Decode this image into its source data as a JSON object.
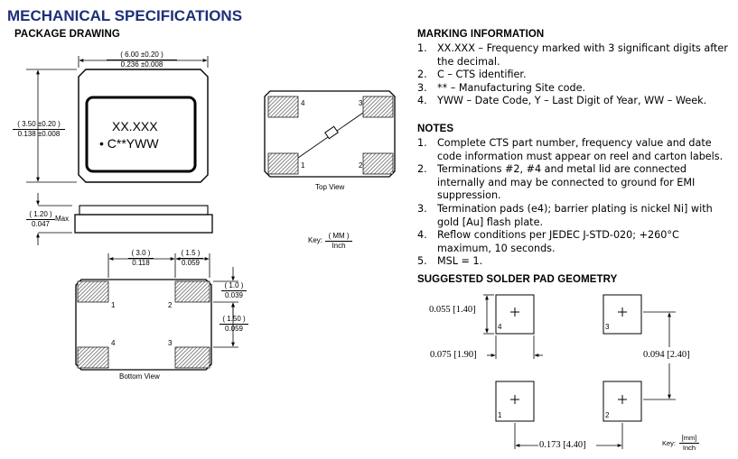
{
  "header": {
    "title": "MECHANICAL SPECIFICATIONS",
    "package_drawing": "PACKAGE DRAWING"
  },
  "drawing": {
    "width_mm": "( 6.00 ±0.20 )",
    "width_in": "0.236 ±0.008",
    "height_mm": "( 3.50 ±0.20 )",
    "height_in": "0.138 ±0.008",
    "thick_mm": "( 1.20 )",
    "thick_in": "0.047",
    "max": "Max",
    "marking_line1": "XX.XXX",
    "marking_line2": "• C**YWW",
    "top_view": "Top View",
    "bottom_view": "Bottom View",
    "top_pins": [
      "4",
      "3",
      "1",
      "2"
    ],
    "bottom_pins": [
      "1",
      "2",
      "4",
      "3"
    ],
    "dim_a_mm": "( 3.0 )",
    "dim_a_in": "0.118",
    "dim_b_mm": "( 1.5 )",
    "dim_b_in": "0.059",
    "dim_c_mm": "( 1.0 )",
    "dim_c_in": "0.039",
    "dim_d_mm": "( 1.50 )",
    "dim_d_in": "0.059",
    "key_label": "Key:",
    "key_mm": "( MM )",
    "key_in": "Inch"
  },
  "marking": {
    "heading": "MARKING INFORMATION",
    "items": [
      {
        "num": "1.",
        "text": "XX.XXX – Frequency marked with 3 significant digits after the decimal."
      },
      {
        "num": "2.",
        "text": "C – CTS identifier."
      },
      {
        "num": "3.",
        "text": "** – Manufacturing Site code."
      },
      {
        "num": "4.",
        "text": "YWW – Date Code, Y – Last Digit of Year, WW – Week."
      }
    ]
  },
  "notes": {
    "heading": "NOTES",
    "items": [
      {
        "num": "1.",
        "text": "Complete CTS part number, frequency value and date code information must appear on reel and carton labels."
      },
      {
        "num": "2.",
        "text": "Terminations #2, #4 and metal lid are connected internally and may be connected to ground for EMI suppression."
      },
      {
        "num": "3.",
        "text": "Termination pads (e4); barrier plating is nickel Ni] with gold [Au] flash plate."
      },
      {
        "num": "4.",
        "text": "Reflow conditions per JEDEC J-STD-020; +260°C maximum, 10 seconds."
      },
      {
        "num": "5.",
        "text": "MSL = 1."
      }
    ]
  },
  "solder": {
    "heading": "SUGGESTED SOLDER PAD GEOMETRY",
    "pad_h": "0.055 [1.40]",
    "pad_w": "0.075 [1.90]",
    "pitch_v": "0.094 [2.40]",
    "pitch_h": "0.173 [4.40]",
    "pins": [
      "4",
      "3",
      "1",
      "2"
    ],
    "key_label": "Key:",
    "key_mm": "[mm]",
    "key_in": "Inch"
  }
}
